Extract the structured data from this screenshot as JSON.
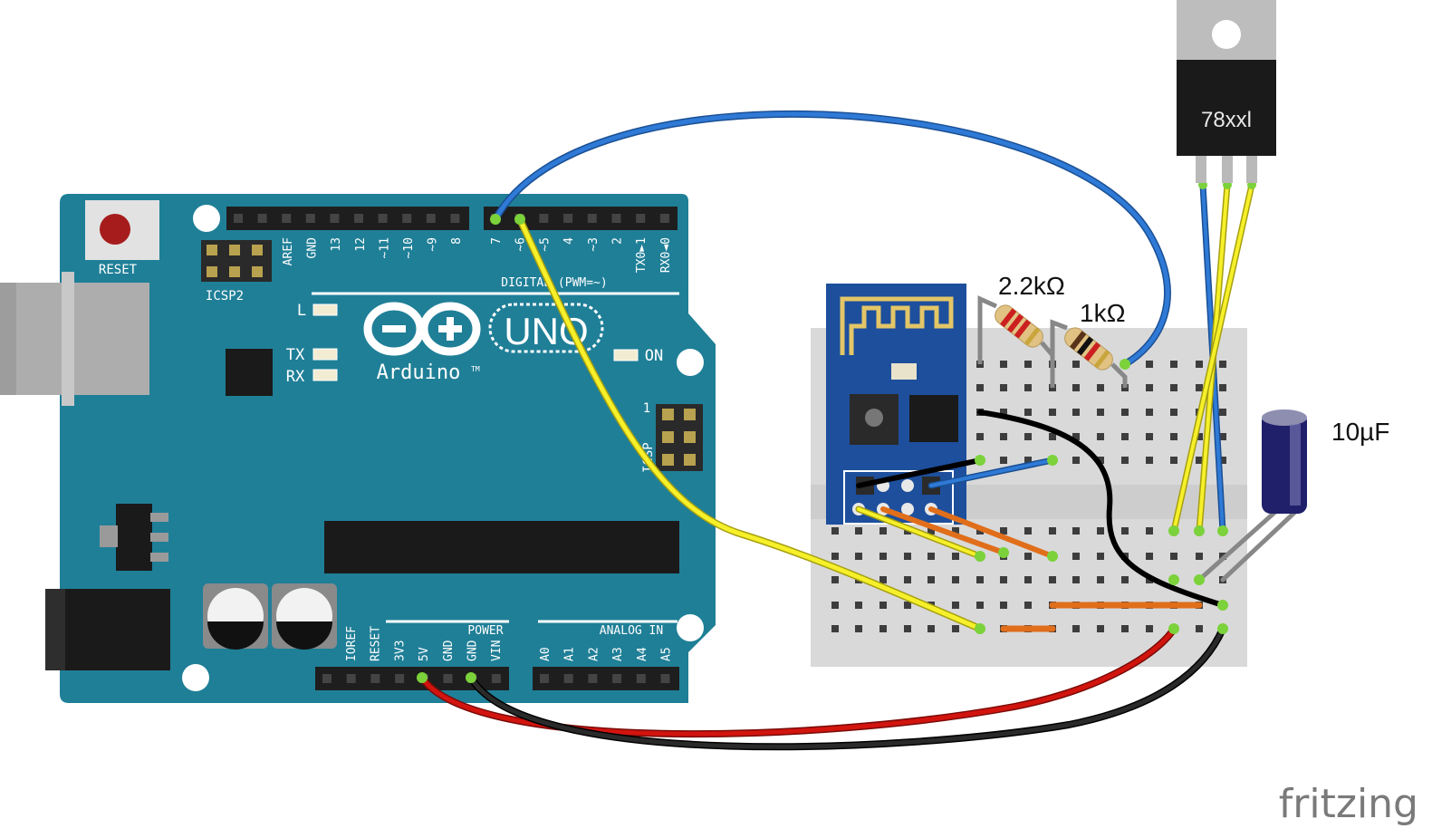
{
  "arduino": {
    "reset_label": "RESET",
    "icsp2_label": "ICSP2",
    "icsp_label": "ICSP",
    "icsp_pin1": "1",
    "brand": "Arduino",
    "tm": "TM",
    "model": "UNO",
    "led_l": "L",
    "led_tx": "TX",
    "led_rx": "RX",
    "led_on": "ON",
    "digital_header": "DIGITAL (PWM=~)",
    "digital_pins": [
      "AREF",
      "GND",
      "13",
      "12",
      "~11",
      "~10",
      "~9",
      "8",
      "7",
      "~6",
      "~5",
      "4",
      "~3",
      "2",
      "TX0►1",
      "RX0◄0"
    ],
    "power_header": "POWER",
    "power_pins": [
      "IOREF",
      "RESET",
      "3V3",
      "5V",
      "GND",
      "GND",
      "VIN"
    ],
    "analog_header": "ANALOG IN",
    "analog_pins": [
      "A0",
      "A1",
      "A2",
      "A3",
      "A4",
      "A5"
    ]
  },
  "components": {
    "resistor1_label": "2.2kΩ",
    "resistor2_label": "1kΩ",
    "regulator_label": "78xxl",
    "capacitor_label": "10µF"
  },
  "watermark": "fritzing",
  "colors": {
    "board": "#1f7f97",
    "wire_blue": "#2f7ad6",
    "wire_yellow": "#f6f02a",
    "wire_red": "#d2140f",
    "wire_black": "#1b1b1b",
    "wire_orange": "#e06e1a",
    "esp": "#1d4f9c",
    "breadboard": "#d8d8d8"
  }
}
